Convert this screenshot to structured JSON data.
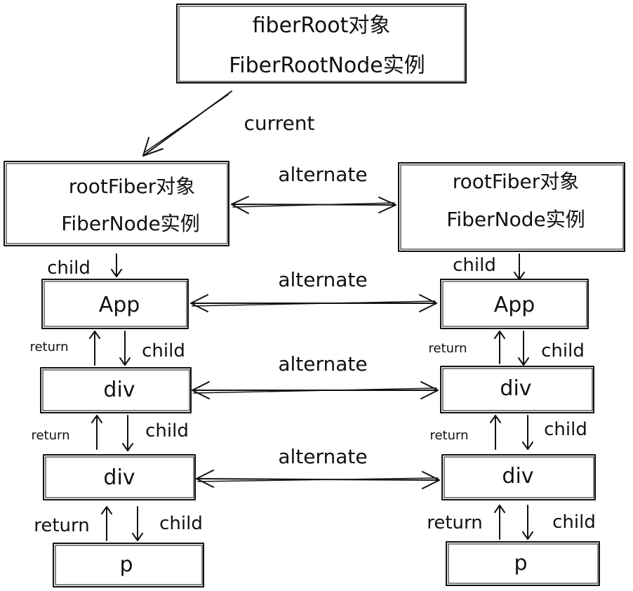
{
  "root_box": {
    "line1": "fiberRoot对象",
    "line2": "FiberRootNode实例"
  },
  "current_label": "current",
  "left_root": {
    "line1": "rootFiber对象",
    "line2": "FiberNode实例"
  },
  "right_root": {
    "line1": "rootFiber对象",
    "line2": "FiberNode实例"
  },
  "alternate_label": "alternate",
  "child_label": "child",
  "return_label": "return",
  "nodes": {
    "app": "App",
    "div": "div",
    "p": "p"
  }
}
